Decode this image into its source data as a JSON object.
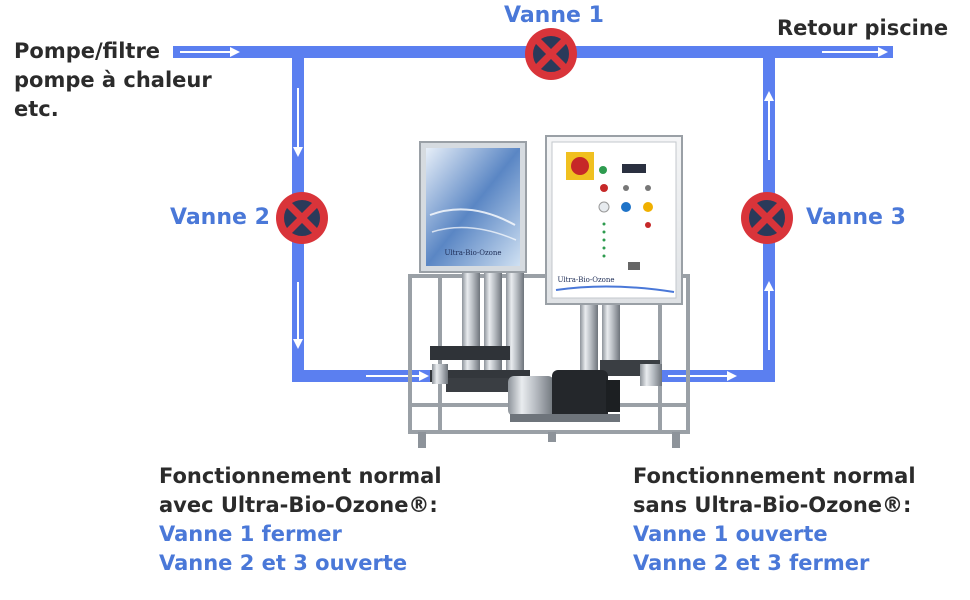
{
  "inlet_label": [
    "Pompe/filtre",
    "pompe à chaleur",
    "etc."
  ],
  "outlet_label": "Retour piscine",
  "valves": {
    "v1": "Vanne 1",
    "v2": "Vanne 2",
    "v3": "Vanne 3"
  },
  "machine": {
    "brand_left": "Ultra-Bio-Ozone",
    "brand_right": "Ultra-Bio-Ozone"
  },
  "with_system": {
    "heading": [
      "Fonctionnement normal",
      "avec Ultra-Bio-Ozone®:"
    ],
    "lines": [
      "Vanne 1 fermer",
      "Vanne 2 et 3 ouverte"
    ]
  },
  "without_system": {
    "heading": [
      "Fonctionnement normal",
      "sans Ultra-Bio-Ozone®:"
    ],
    "lines": [
      "Vanne 1 ouverte",
      "Vanne 2 et 3 fermer"
    ]
  },
  "colors": {
    "pipe": "#5b7ff0",
    "valve_red": "#d9343a",
    "valve_dark": "#2a3a5a",
    "label_blue": "#4a78d8",
    "text_dark": "#2b2b2b"
  }
}
